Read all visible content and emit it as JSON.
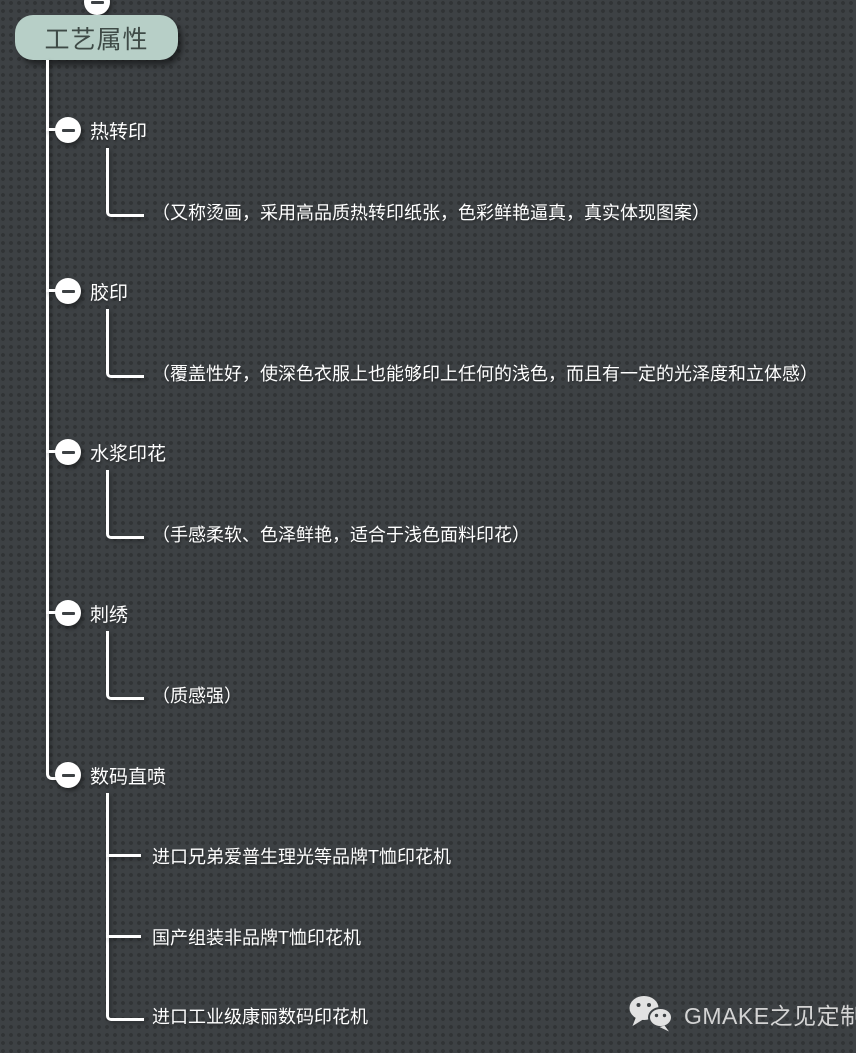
{
  "colors": {
    "background": "#3d4144",
    "dot_grid": "#333639",
    "connector_line": "#ffffff",
    "root_node_bg": "#b7cfc7",
    "root_node_text": "#3e4a46",
    "branch_text": "#ffffff",
    "watermark_text": "#d4d4d4"
  },
  "root": {
    "label": "工艺属性",
    "collapse_icon": "minus-circle"
  },
  "branches": [
    {
      "label": "热转印",
      "collapse_icon": "minus-circle",
      "children": [
        {
          "label": "（又称烫画，采用高品质热转印纸张，色彩鲜艳逼真，真实体现图案）"
        }
      ]
    },
    {
      "label": "胶印",
      "collapse_icon": "minus-circle",
      "children": [
        {
          "label": "（覆盖性好，使深色衣服上也能够印上任何的浅色，而且有一定的光泽度和立体感）"
        }
      ]
    },
    {
      "label": "水浆印花",
      "collapse_icon": "minus-circle",
      "children": [
        {
          "label": "（手感柔软、色泽鲜艳，适合于浅色面料印花）"
        }
      ]
    },
    {
      "label": "刺绣",
      "collapse_icon": "minus-circle",
      "children": [
        {
          "label": "（质感强）"
        }
      ]
    },
    {
      "label": "数码直喷",
      "collapse_icon": "minus-circle",
      "children": [
        {
          "label": "进口兄弟爱普生理光等品牌T恤印花机"
        },
        {
          "label": "国产组装非品牌T恤印花机"
        },
        {
          "label": "进口工业级康丽数码印花机"
        }
      ]
    }
  ],
  "watermark": {
    "icon": "wechat-logo-icon",
    "label": "GMAKE之见定制"
  }
}
